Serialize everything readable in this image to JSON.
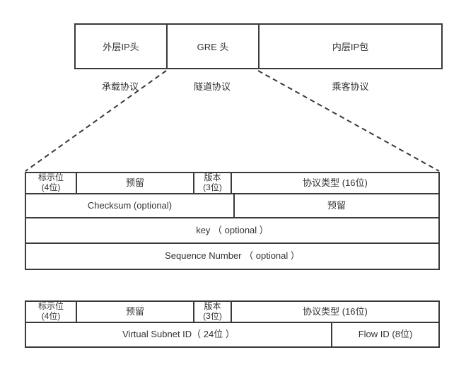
{
  "colors": {
    "line": "#3a3a3a",
    "text": "#333333",
    "background": "#ffffff"
  },
  "encapsulation": {
    "segments": [
      {
        "label": "外层IP头",
        "protocol_label": "承载协议"
      },
      {
        "label": "GRE 头",
        "protocol_label": "隧道协议"
      },
      {
        "label": "内层IP包",
        "protocol_label": "乘客协议"
      }
    ]
  },
  "gre_header": {
    "row1": [
      "标示位\n(4位)",
      "预留",
      "版本\n(3位)",
      "协议类型 (16位)"
    ],
    "row2": [
      "Checksum (optional)",
      "预留"
    ],
    "row3": "key （ optional ）",
    "row4": "Sequence Number （ optional ）"
  },
  "nvgre_header": {
    "row1": [
      "标示位\n(4位)",
      "预留",
      "版本\n(3位)",
      "协议类型 (16位)"
    ],
    "row2": [
      "Virtual Subnet ID（ 24位 ）",
      "Flow ID (8位)"
    ]
  }
}
